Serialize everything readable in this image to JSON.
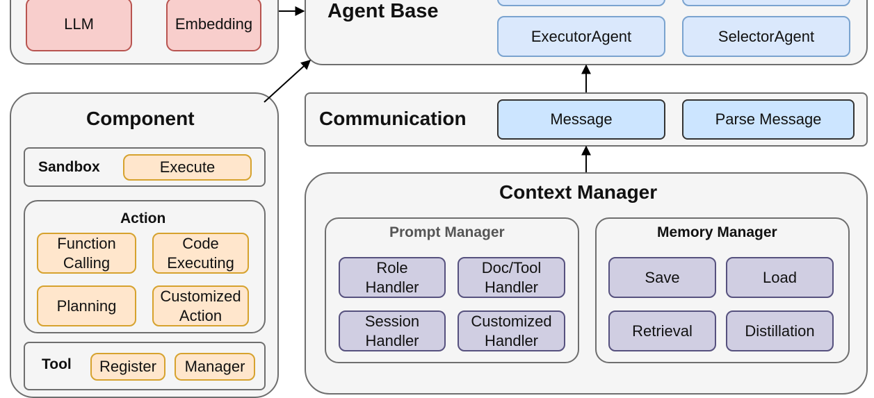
{
  "model_panel": {
    "llm": "LLM",
    "embedding": "Embedding"
  },
  "agent_base": {
    "title": "Agent Base",
    "executor": "ExecutorAgent",
    "selector": "SelectorAgent"
  },
  "communication": {
    "title": "Communication",
    "message": "Message",
    "parse_message": "Parse Message"
  },
  "component": {
    "title": "Component",
    "sandbox": {
      "title": "Sandbox",
      "execute": "Execute"
    },
    "action": {
      "title": "Action",
      "function_calling": "Function\nCalling",
      "code_executing": "Code\nExecuting",
      "planning": "Planning",
      "customized_action": "Customized\nAction"
    },
    "tool": {
      "title": "Tool",
      "register": "Register",
      "manager": "Manager"
    }
  },
  "context_manager": {
    "title": "Context Manager",
    "prompt_manager": {
      "title": "Prompt Manager",
      "role_handler": "Role\nHandler",
      "doc_tool_handler": "Doc/Tool\nHandler",
      "session_handler": "Session\nHandler",
      "customized_handler": "Customized\nHandler"
    },
    "memory_manager": {
      "title": "Memory Manager",
      "save": "Save",
      "load": "Load",
      "retrieval": "Retrieval",
      "distillation": "Distillation"
    }
  },
  "colors": {
    "red_fill": "#f8cecc",
    "blue_fill": "#dae8fc",
    "orange_fill": "#ffe6cc",
    "purple_fill": "#d0cee2"
  }
}
